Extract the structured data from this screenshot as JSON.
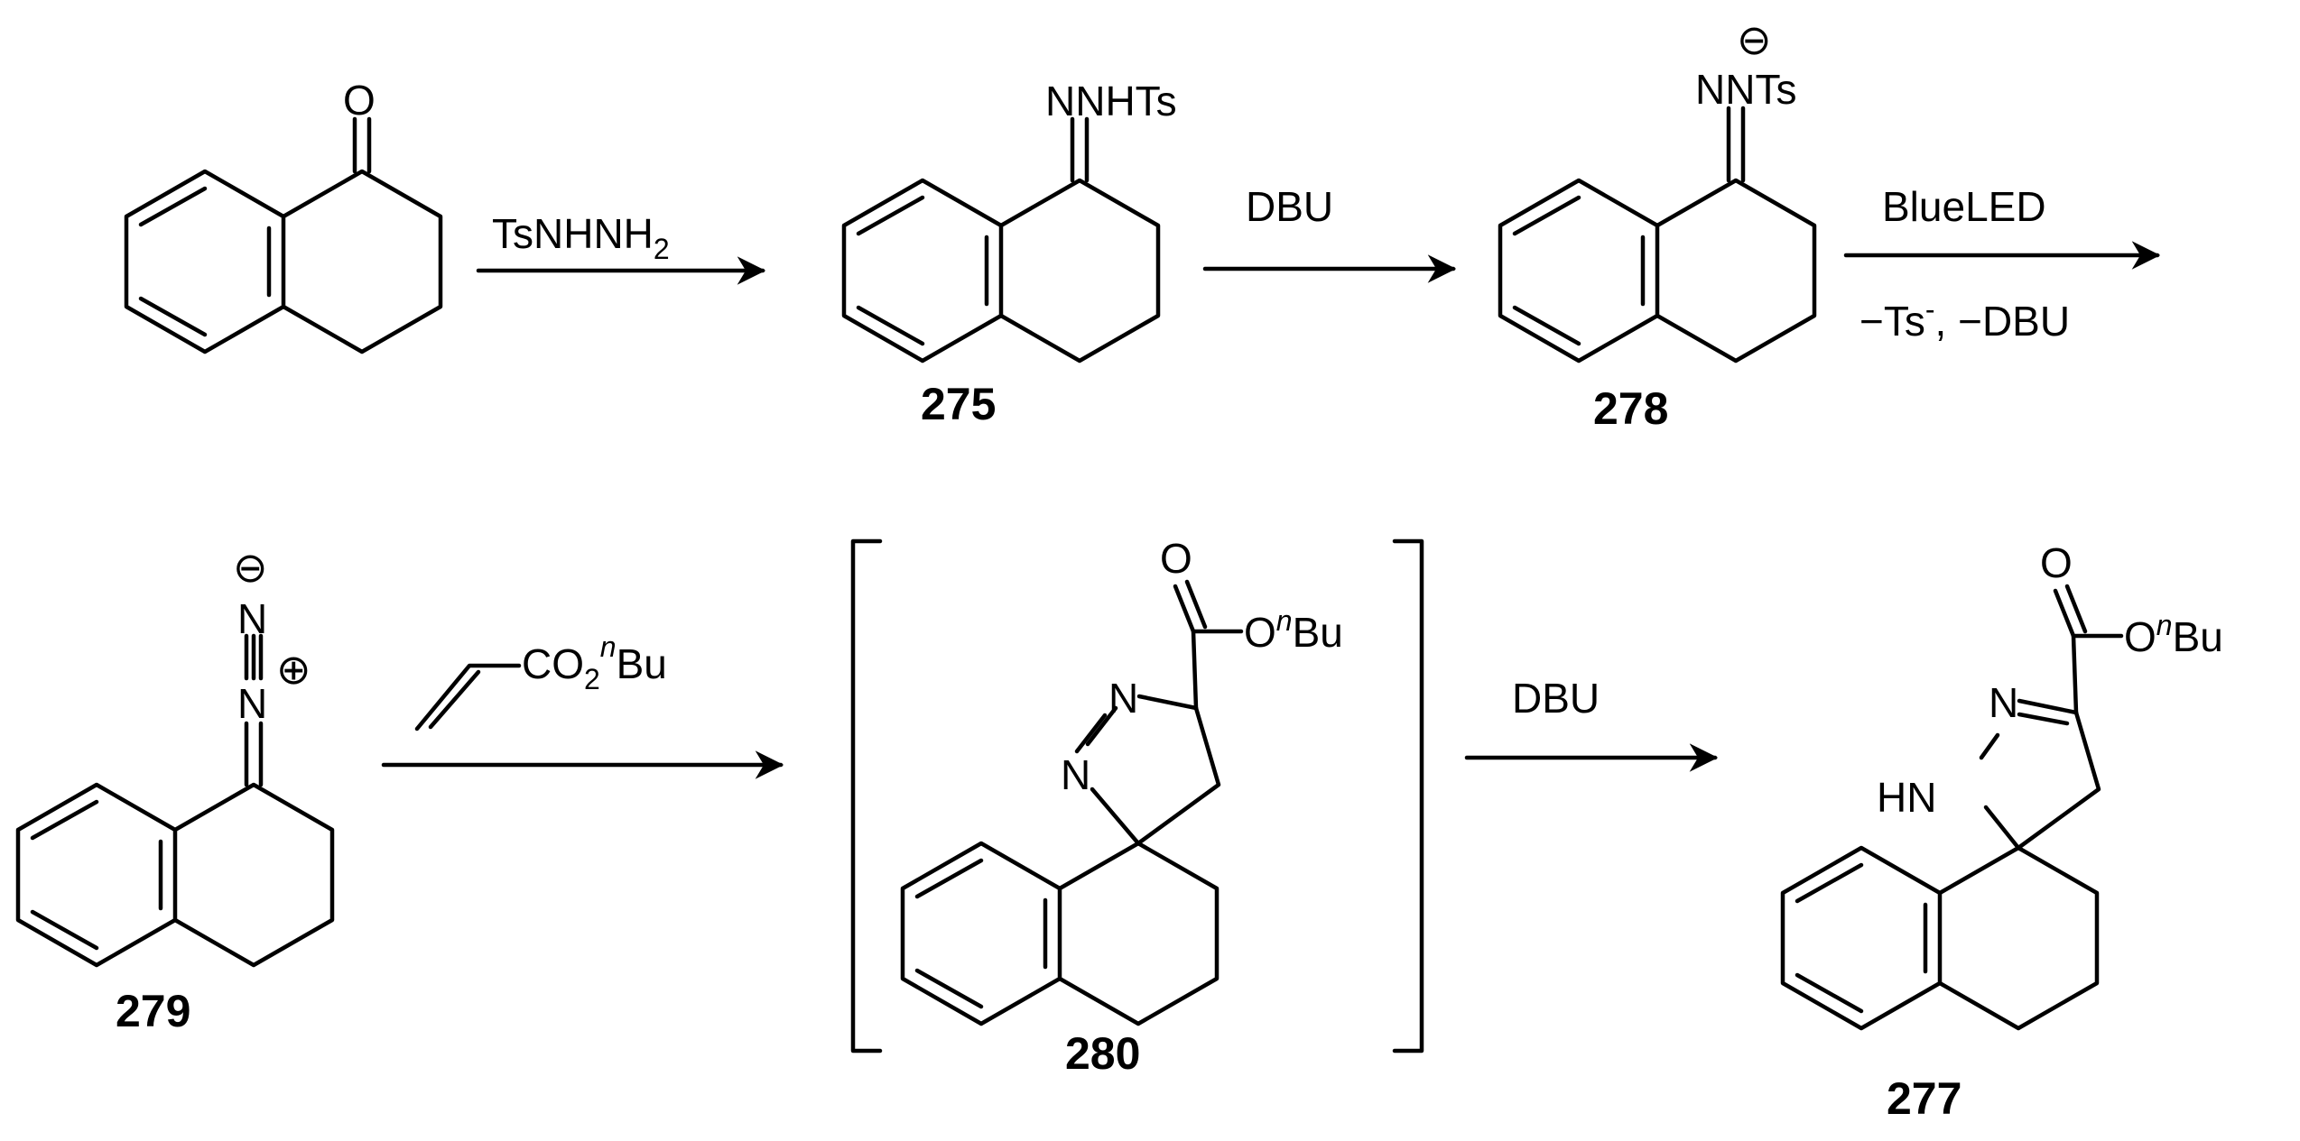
{
  "compounds": [
    {
      "id": "tetralone",
      "label": "",
      "atoms": {
        "carbonyl_o": "O"
      }
    },
    {
      "id": "c275",
      "label": "275",
      "atoms": {
        "group": "NNHTs"
      }
    },
    {
      "id": "c278",
      "label": "278",
      "atoms": {
        "group": "NNTs",
        "charge": "⊖"
      }
    },
    {
      "id": "c279",
      "label": "279",
      "atoms": {
        "n_outer": "N",
        "n_inner": "N",
        "minus": "⊖",
        "plus": "⊕"
      }
    },
    {
      "id": "c280",
      "label": "280",
      "atoms": {
        "carbonyl_o": "O",
        "ester_o": "O",
        "ester_sup": "n",
        "ester_bu": "Bu",
        "n1": "N",
        "n2": "N"
      }
    },
    {
      "id": "c277",
      "label": "277",
      "atoms": {
        "carbonyl_o": "O",
        "ester_o": "O",
        "ester_sup": "n",
        "ester_bu": "Bu",
        "n_imine": "N",
        "n_h": "HN"
      }
    }
  ],
  "arrows": [
    {
      "id": "arrow-1",
      "above": {
        "main": "TsNHNH",
        "sub": "2"
      },
      "below": ""
    },
    {
      "id": "arrow-2",
      "above": {
        "main": "DBU"
      },
      "below": ""
    },
    {
      "id": "arrow-3",
      "above": {
        "main": "BlueLED"
      },
      "below": {
        "part1": "−Ts",
        "sup": "-",
        "part2": ", −DBU"
      }
    },
    {
      "id": "arrow-4",
      "above": {
        "acrylate_co": "CO",
        "acrylate_sub": "2",
        "acrylate_sup": "n",
        "acrylate_bu": "Bu"
      },
      "below": ""
    },
    {
      "id": "arrow-5",
      "above": {
        "main": "DBU"
      },
      "below": ""
    }
  ],
  "brackets": [
    "280-intermediate"
  ]
}
